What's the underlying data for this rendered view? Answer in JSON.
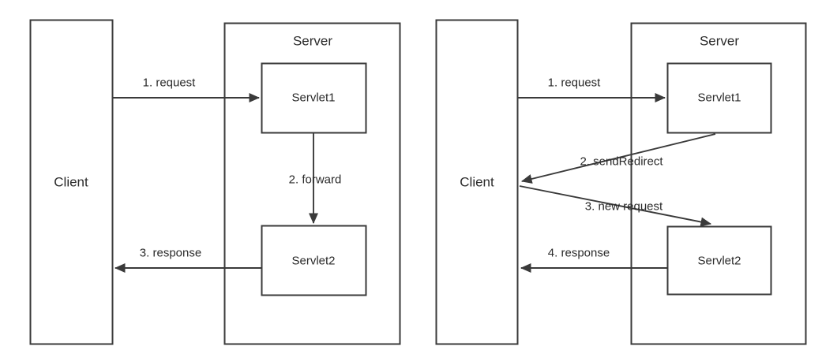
{
  "diagram": {
    "title_present": false,
    "background_color": "#ffffff",
    "stroke_color": "#3a3a3a",
    "text_color": "#2b2b2b",
    "panels": [
      {
        "id": "forward-panel",
        "name": "servlet-forward-diagram",
        "client": {
          "label": "Client"
        },
        "server": {
          "label": "Server"
        },
        "nodes": [
          {
            "id": "servlet1",
            "label": "Servlet1"
          },
          {
            "id": "servlet2",
            "label": "Servlet2"
          }
        ],
        "edges": [
          {
            "id": "e1",
            "label": "1. request",
            "from": "Client",
            "to": "Servlet1"
          },
          {
            "id": "e2",
            "label": "2. forward",
            "from": "Servlet1",
            "to": "Servlet2"
          },
          {
            "id": "e3",
            "label": "3. response",
            "from": "Servlet2",
            "to": "Client"
          }
        ]
      },
      {
        "id": "redirect-panel",
        "name": "servlet-sendredirect-diagram",
        "client": {
          "label": "Client"
        },
        "server": {
          "label": "Server"
        },
        "nodes": [
          {
            "id": "servlet1",
            "label": "Servlet1"
          },
          {
            "id": "servlet2",
            "label": "Servlet2"
          }
        ],
        "edges": [
          {
            "id": "e1",
            "label": "1. request",
            "from": "Client",
            "to": "Servlet1"
          },
          {
            "id": "e2",
            "label": "2. sendRedirect",
            "from": "Servlet1",
            "to": "Client"
          },
          {
            "id": "e3",
            "label": "3. new request",
            "from": "Client",
            "to": "Servlet2"
          },
          {
            "id": "e4",
            "label": "4. response",
            "from": "Servlet2",
            "to": "Client"
          }
        ]
      }
    ]
  }
}
